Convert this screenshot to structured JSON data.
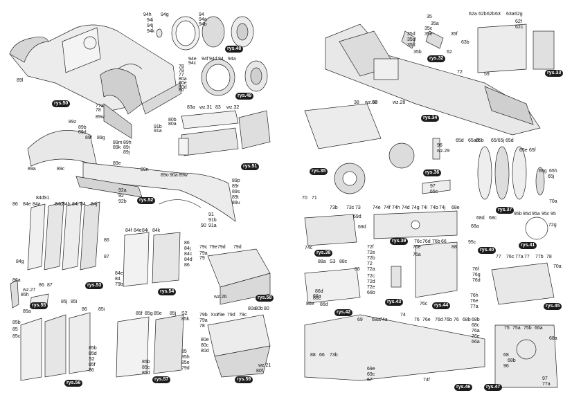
{
  "figures": [
    {
      "id": "rys-50",
      "text": "rys.50"
    },
    {
      "id": "rys-48",
      "text": "rys.48"
    },
    {
      "id": "rys-49",
      "text": "rys.49"
    },
    {
      "id": "rys-51",
      "text": "rys.51"
    },
    {
      "id": "rys-52",
      "text": "rys.52"
    },
    {
      "id": "rys-53",
      "text": "rys.53"
    },
    {
      "id": "rys-54",
      "text": "rys.54"
    },
    {
      "id": "rys-55",
      "text": "rys.55"
    },
    {
      "id": "rys-56",
      "text": "rys.56"
    },
    {
      "id": "rys-57",
      "text": "rys.57"
    },
    {
      "id": "rys-58",
      "text": "rys.58"
    },
    {
      "id": "rys-59",
      "text": "rys.59"
    },
    {
      "id": "rys-32",
      "text": "rys.32"
    },
    {
      "id": "rys-33",
      "text": "rys.33"
    },
    {
      "id": "rys-34",
      "text": "rys.34"
    },
    {
      "id": "rys-35",
      "text": "rys.35"
    },
    {
      "id": "rys-36",
      "text": "rys.36"
    },
    {
      "id": "rys-37",
      "text": "rys.37"
    },
    {
      "id": "rys-38",
      "text": "rys.38"
    },
    {
      "id": "rys-39",
      "text": "rys.39"
    },
    {
      "id": "rys-40",
      "text": "rys.40"
    },
    {
      "id": "rys-41",
      "text": "rys.41"
    },
    {
      "id": "rys-42",
      "text": "rys.42"
    },
    {
      "id": "rys-43",
      "text": "rys.43"
    },
    {
      "id": "rys-44",
      "text": "rys.44"
    },
    {
      "id": "rys-45",
      "text": "rys.45"
    },
    {
      "id": "rys-46",
      "text": "rys.46"
    },
    {
      "id": "rys-47",
      "text": "rys.47"
    }
  ],
  "part_labels": [
    "89l",
    "78",
    "77a",
    "78",
    "78",
    "77",
    "80a",
    "80e",
    "80d",
    "80",
    "89w",
    "80b",
    "80a",
    "91b",
    "91a",
    "94h",
    "94g",
    "94i",
    "94j",
    "94k",
    "94",
    "94a",
    "94b",
    "94e",
    "94c",
    "94f",
    "94d",
    "94",
    "94a",
    "83a",
    "wz.31",
    "83",
    "wz.32",
    "89z",
    "89b",
    "89d",
    "89f",
    "89g",
    "89m",
    "89k",
    "89h",
    "89i",
    "89j",
    "89c",
    "89e",
    "89a",
    "89n",
    "89o",
    "90a",
    "89w",
    "89p",
    "89r",
    "89s",
    "89t",
    "89u",
    "92a",
    "92",
    "92b",
    "91",
    "91b",
    "91a",
    "90",
    "86",
    "84e",
    "84a",
    "84d",
    "S1",
    "84c",
    "84b",
    "84i",
    "84",
    "84j",
    "86",
    "87",
    "84g",
    "84f",
    "84e",
    "84i",
    "84k",
    "86",
    "84j",
    "84c",
    "84d",
    "86",
    "84e",
    "84",
    "79b",
    "79c",
    "79e",
    "79d",
    "79d",
    "79a",
    "79",
    "wz.26",
    "86a",
    "86",
    "87",
    "wz.27",
    "85h",
    "85j",
    "85i",
    "85a",
    "85b",
    "85",
    "85c",
    "85b",
    "85d",
    "S2",
    "85f",
    "86",
    "86",
    "85i",
    "85f",
    "85g",
    "85e",
    "85j",
    "S2",
    "85k",
    "85b",
    "85c",
    "85d",
    "85",
    "85h",
    "85e",
    "79d",
    "79b",
    "Xxx",
    "79e",
    "79d",
    "79c",
    "79a",
    "78",
    "80e",
    "80c",
    "80d",
    "80a",
    "80b",
    "80",
    "80f",
    "wz.21",
    "35",
    "35a",
    "35d",
    "35a",
    "35f",
    "35c",
    "35e",
    "35d",
    "35b",
    "62",
    "62a",
    "62b",
    "62b",
    "63",
    "63a",
    "62g",
    "63b",
    "62f",
    "62c",
    "59",
    "72",
    "38",
    "wz.30",
    "68",
    "wz.28",
    "96",
    "wz.29",
    "97",
    "65c",
    "65d",
    "65a/k",
    "65b",
    "65/65j",
    "65d",
    "65e",
    "65f",
    "65g",
    "65h",
    "65j",
    "70a",
    "70",
    "71",
    "73b",
    "73c",
    "73",
    "69d",
    "69d",
    "74c",
    "74e",
    "74f",
    "74h",
    "74d",
    "74g",
    "74i",
    "74b",
    "74j",
    "68e",
    "68d",
    "68c",
    "68a",
    "95c",
    "95b",
    "95d",
    "95a",
    "95c",
    "95",
    "72g",
    "72f",
    "72e",
    "72b",
    "72",
    "72a",
    "72c",
    "72d",
    "72e",
    "66b",
    "76c",
    "76e",
    "76d",
    "76b",
    "66",
    "76a",
    "88",
    "88a",
    "S3",
    "88c",
    "86",
    "86d",
    "86c",
    "86e",
    "86d",
    "66a",
    "76c",
    "76f",
    "76g",
    "76d",
    "76h",
    "76e",
    "77a",
    "77",
    "76c",
    "77a",
    "77",
    "77b",
    "78",
    "70a",
    "69",
    "68a",
    "74a",
    "74",
    "76",
    "76e",
    "76d",
    "76b",
    "76",
    "68b",
    "68b",
    "68c",
    "76a",
    "76e",
    "66a",
    "88",
    "66",
    "73b",
    "69e",
    "69c",
    "67",
    "74f",
    "75",
    "75a",
    "75b",
    "66a",
    "68a",
    "68",
    "68b",
    "96",
    "97",
    "77a"
  ]
}
